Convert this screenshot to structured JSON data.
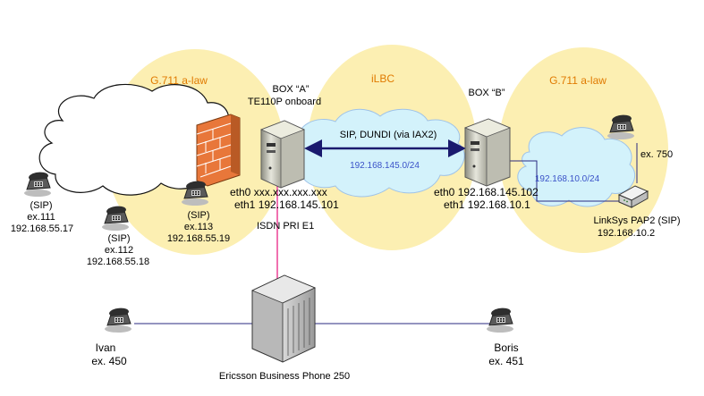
{
  "zones": {
    "left_codec": "G.711 a-law",
    "middle_codec": "iLBC",
    "right_codec": "G.711 a-law"
  },
  "box_a": {
    "title": "BOX “A”",
    "subtitle": "TE110P onboard",
    "eth0": "eth0 xxx.xxx.xxx.xxx",
    "eth1": "eth1 192.168.145.101",
    "isdn": "ISDN PRI E1"
  },
  "box_b": {
    "title": "BOX “B”",
    "eth0": "eth0 192.168.145.102",
    "eth1": "eth1 192.168.10.1"
  },
  "trunk": {
    "protocol": "SIP, DUNDI (via IAX2)",
    "subnet": "192.168.145.0/24"
  },
  "right_network": {
    "subnet": "192.168.10.0/24"
  },
  "phones": {
    "p111": {
      "proto": "(SIP)",
      "ext": "ex.111",
      "ip": "192.168.55.17"
    },
    "p112": {
      "proto": "(SIP)",
      "ext": "ex.112",
      "ip": "192.168.55.18"
    },
    "p113": {
      "proto": "(SIP)",
      "ext": "ex.113",
      "ip": "192.168.55.19"
    },
    "p750": {
      "ext": "ex. 750"
    },
    "ivan": {
      "name": "Ivan",
      "ext": "ex. 450"
    },
    "boris": {
      "name": "Boris",
      "ext": "ex. 451"
    }
  },
  "linksys": {
    "name": "LinkSys PAP2 (SIP)",
    "ip": "192.168.10.2"
  },
  "pbx": {
    "name": "Ericsson Business Phone 250"
  },
  "colors": {
    "zone": "#fcefb2",
    "cloud_blue": "#d3f2fb",
    "cloud_blue_stroke": "#9fc3e8",
    "codec_text": "#e07a00",
    "subnet_text": "#3a52c8",
    "trunk_arrow": "#1a1a6e",
    "isdn_line": "#f070b0"
  }
}
